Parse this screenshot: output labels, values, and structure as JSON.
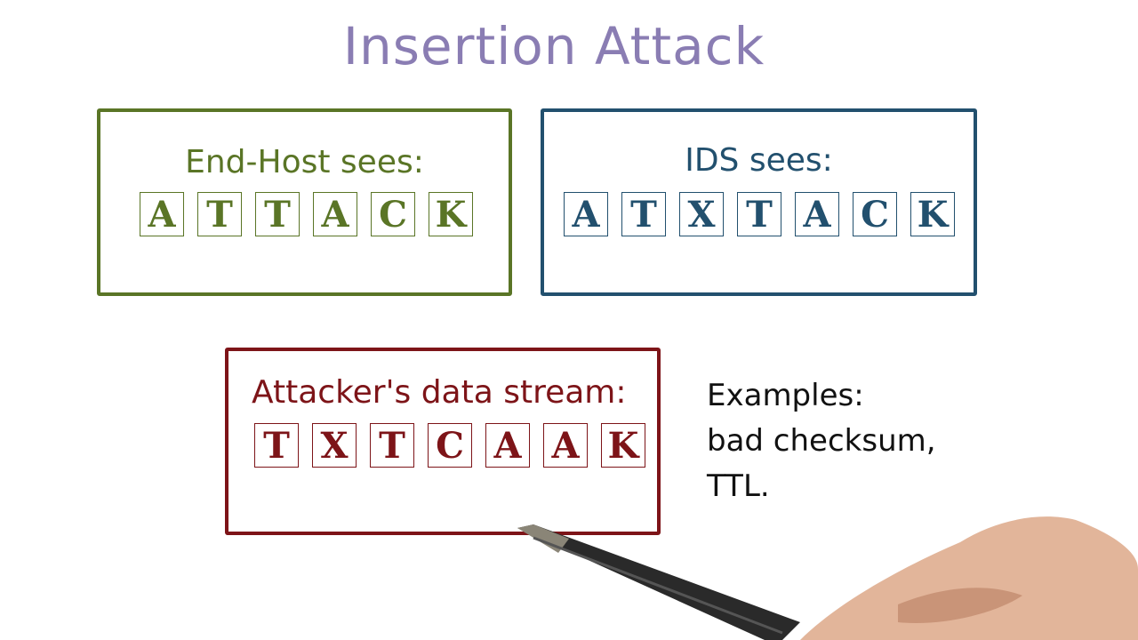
{
  "title": "Insertion Attack",
  "end_host": {
    "label": "End-Host sees:",
    "letters": [
      "A",
      "T",
      "T",
      "A",
      "C",
      "K"
    ]
  },
  "ids": {
    "label": "IDS sees:",
    "letters": [
      "A",
      "T",
      "X",
      "T",
      "A",
      "C",
      "K"
    ]
  },
  "attacker": {
    "label": "Attacker's data stream:",
    "letters": [
      "T",
      "X",
      "T",
      "C",
      "A",
      "A",
      "K"
    ]
  },
  "examples": {
    "heading": "Examples:",
    "items": [
      "bad checksum,",
      "TTL."
    ]
  },
  "colors": {
    "title": "#8a7db3",
    "end_host": "#5a7526",
    "ids": "#22506e",
    "attacker": "#7d1418"
  }
}
